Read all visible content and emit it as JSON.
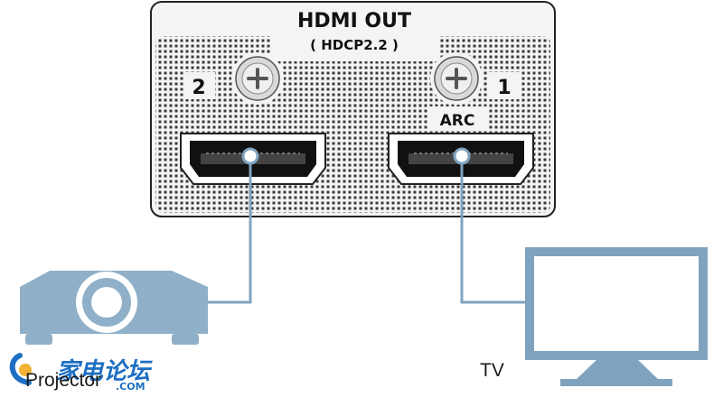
{
  "panel": {
    "title": "HDMI OUT",
    "subtitle": "( HDCP2.2 )",
    "port_2_number": "2",
    "port_1_number": "1",
    "port_1_tag": "ARC"
  },
  "devices": {
    "projector_label": "Projector",
    "tv_label": "TV"
  },
  "watermark": {
    "text": "家电论坛",
    "suffix": ".COM"
  },
  "colors": {
    "panel_fill": "#f4f4f4",
    "panel_outline": "#222222",
    "dot_color": "#3a3a3a",
    "cable": "#7fa3bf",
    "device_fill": "#8fb0c8",
    "watermark_blue": "#1d6fc2"
  }
}
